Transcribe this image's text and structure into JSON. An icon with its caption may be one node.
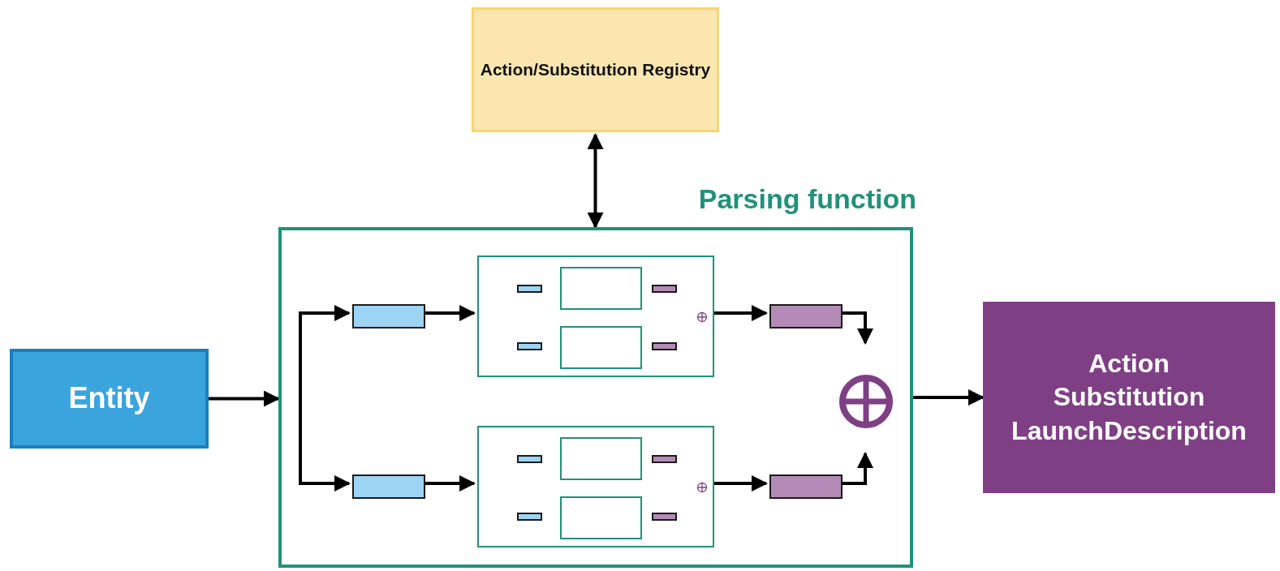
{
  "diagram": {
    "nodes": [
      {
        "text": [
          "Action/Substitution Registry"
        ]
      },
      {
        "text": [
          "Entity"
        ]
      },
      {
        "text": [
          "Parsing function"
        ]
      },
      {
        "text": [],
        "shape": "box",
        "in": 2
      },
      {
        "text": [],
        "shape": "box",
        "in": 2
      },
      {
        "text": [],
        "shape": "bar",
        "in": 4
      },
      {
        "text": [],
        "shape": "box",
        "in": 4
      },
      {
        "text": [],
        "shape": "bar",
        "in": 4
      },
      {
        "text": [],
        "shape": "bar",
        "in": 4
      },
      {
        "text": [],
        "shape": "box",
        "in": 4
      },
      {
        "text": [],
        "shape": "bar",
        "in": 4
      },
      {
        "text": [],
        "shape": "box",
        "in": 2
      },
      {
        "text": [],
        "shape": "box",
        "in": 2
      },
      {
        "text": [],
        "shape": "box",
        "in": 2
      },
      {
        "text": [],
        "shape": "bar",
        "in": 13
      },
      {
        "text": [],
        "shape": "box",
        "in": 13
      },
      {
        "text": [],
        "shape": "bar",
        "in": 13
      },
      {
        "text": [],
        "shape": "bar",
        "in": 13
      },
      {
        "text": [],
        "shape": "box",
        "in": 13
      },
      {
        "text": [],
        "shape": "bar",
        "in": 13
      },
      {
        "text": [],
        "shape": "box",
        "in": 2
      },
      {
        "text": [],
        "shape": "circle",
        "in": 2
      },
      {
        "text": [
          "Action Substitution LaunchDescription"
        ]
      }
    ],
    "edges": [
      {
        "from": 0,
        "to": 2,
        "arrow": "both"
      },
      {
        "from": 1,
        "to": 2,
        "arrow": "to"
      },
      {
        "from": 2,
        "to": 22,
        "arrow": "to"
      },
      {
        "from": null,
        "to": 3,
        "arrow": "to"
      },
      {
        "from": null,
        "to": 12,
        "arrow": "to"
      },
      {
        "from": 3,
        "to": 4,
        "arrow": "to"
      },
      {
        "from": 12,
        "to": 13,
        "arrow": "to"
      },
      {
        "from": 4,
        "to": 11,
        "arrow": "to"
      },
      {
        "from": 13,
        "to": 20,
        "arrow": "to"
      },
      {
        "from": 11,
        "to": 21,
        "arrow": "to"
      },
      {
        "from": 20,
        "to": 21,
        "arrow": "to"
      }
    ]
  }
}
